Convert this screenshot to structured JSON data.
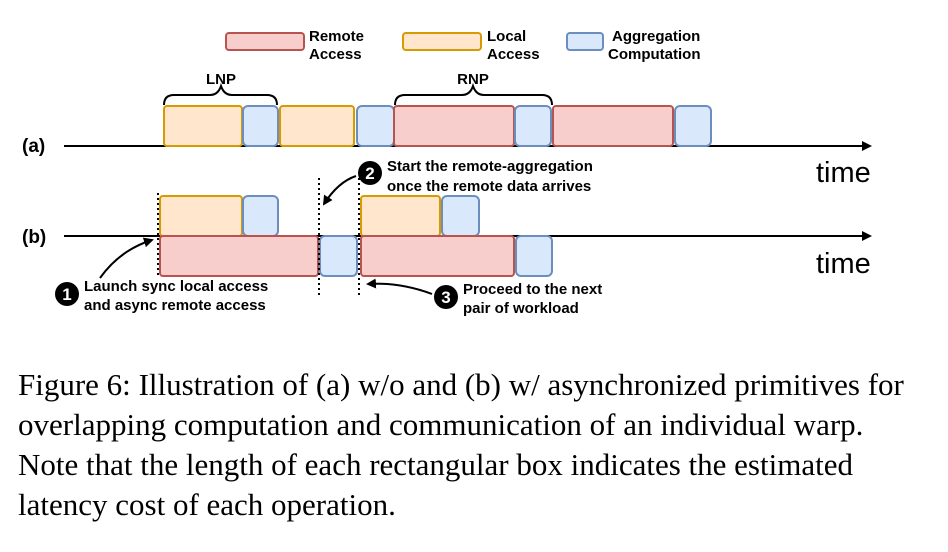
{
  "legend": {
    "remote_access": [
      "Remote",
      "Access"
    ],
    "local_access": [
      "Local",
      "Access"
    ],
    "aggregation": [
      "Aggregation",
      "Computation"
    ]
  },
  "colors": {
    "remote_fill": "#F8CECC",
    "remote_stroke": "#B85450",
    "local_fill": "#FFE6CC",
    "local_stroke": "#D79B00",
    "agg_fill": "#DAE8FC",
    "agg_stroke": "#6C8EBF"
  },
  "rows": {
    "a": {
      "label": "(a)",
      "axis_label": "time"
    },
    "b": {
      "label": "(b)",
      "axis_label": "time"
    }
  },
  "braces": {
    "lnp": "LNP",
    "rnp": "RNP"
  },
  "annotations": {
    "step1": {
      "num": "1",
      "lines": [
        "Launch sync local access",
        "and async remote access"
      ]
    },
    "step2": {
      "num": "2",
      "lines": [
        "Start the remote-aggregation",
        "once the remote data arrives"
      ]
    },
    "step3": {
      "num": "3",
      "lines": [
        "Proceed to the next",
        "pair of workload"
      ]
    }
  },
  "caption": {
    "label": "Figure 6:",
    "text": "Illustration of (a) w/o and (b) w/ asynchronized primitives for overlapping computation and communication of an individual warp. Note that the length of each rectangular box indicates the estimated latency cost of each operation."
  }
}
